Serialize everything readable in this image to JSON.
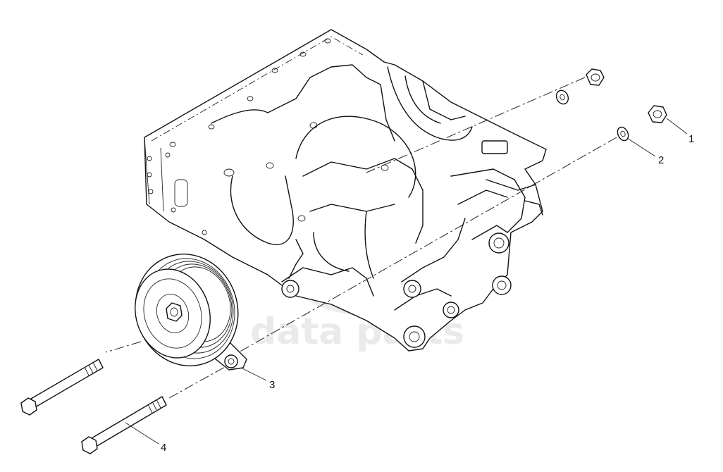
{
  "diagram": {
    "watermark": "data parts",
    "callouts": [
      {
        "id": "1",
        "label": "1"
      },
      {
        "id": "2",
        "label": "2"
      },
      {
        "id": "3",
        "label": "3"
      },
      {
        "id": "4",
        "label": "4"
      }
    ],
    "parts": [
      "nut-icon",
      "washer-icon",
      "idler-pulley-icon",
      "bolt-icon",
      "engine-block-icon"
    ]
  }
}
